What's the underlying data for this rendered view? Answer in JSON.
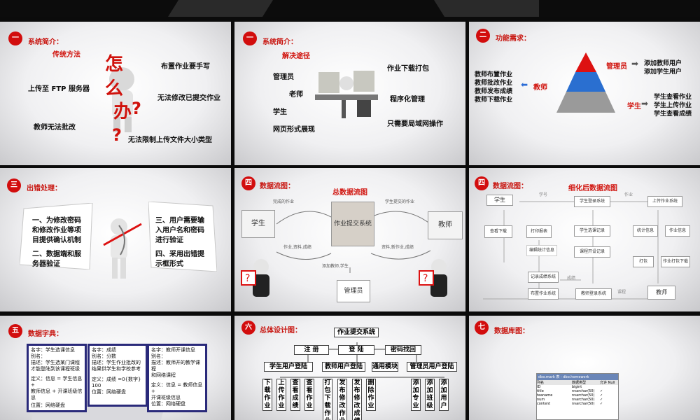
{
  "s1": {
    "badge": "一",
    "title": "系统简介：",
    "subtitle": "传统方法",
    "big_chars": [
      "怎",
      "么",
      "办",
      "?",
      "?"
    ],
    "items": [
      "布置作业要手写",
      "上传至 FTP 服务器",
      "无法修改已提交作业",
      "教师无法批改",
      "无法限制上传文件大小类型"
    ]
  },
  "s2": {
    "badge": "一",
    "title": "系统简介：",
    "subtitle": "解决途径",
    "left_items": [
      "管理员",
      "老师",
      "学生",
      "网页形式展现"
    ],
    "right_items": [
      "作业下载打包",
      "程序化管理",
      "只需要局域网操作"
    ]
  },
  "s3": {
    "badge": "二",
    "title": "功能需求：",
    "teacher_tasks": [
      "教师布置作业",
      "教师批改作业",
      "教师发布成绩",
      "教师下载作业"
    ],
    "roles": {
      "admin": "管理员",
      "teacher": "教师",
      "student": "学生"
    },
    "admin_tasks": [
      "添加教师用户",
      "添加学生用户"
    ],
    "student_tasks": [
      "学生查看作业",
      "学生上传作业",
      "学生查看成绩"
    ]
  },
  "s4": {
    "badge": "三",
    "title": "出错处理：",
    "left_text": [
      "一、为修改密码",
      "和修改作业等项",
      "目提供确认机制",
      "二、数据端和服",
      "务器验证"
    ],
    "right_text": [
      "三、用户需要输",
      "入用户名和密码",
      "进行验证",
      "四、采用出错提",
      "示框形式"
    ]
  },
  "s5": {
    "badge": "四",
    "title": "数据流图：",
    "subtitle": "总数据流图",
    "center": "作业提交系统",
    "student": "学生",
    "teacher": "教师",
    "admin": "管理员",
    "flow_labels": [
      "完成的作业",
      "学生提交的作业",
      "作业,资料,成绩",
      "资料,新作业,成绩",
      "添加教师,学生"
    ]
  },
  "s6": {
    "badge": "四",
    "title": "数据流图：",
    "subtitle": "细化后数据流图",
    "nodes": [
      "学生",
      "学生登录系统",
      "上传作业系统",
      "查看下载",
      "打印报表",
      "学生选课记录",
      "统计信息",
      "作业信息",
      "编辑统计信息",
      "课程开设记录",
      "打包",
      "作业打包下载",
      "记录成绩系统",
      "布置作业系统",
      "教师登录系统",
      "教师"
    ],
    "edge_labels": [
      "学号",
      "作业",
      "课程",
      "成绩"
    ]
  },
  "s7": {
    "badge": "五",
    "title": "数据字典：",
    "cards": [
      [
        "名字：学生选课信息",
        "别名：",
        "描述：学生选某门课程",
        "才能登陆到该课程班级",
        "定义：信息 = 学生信息 +",
        "教师信息 + 开课班级信息",
        "位置：网络硬盘"
      ],
      [
        "名字：成绩",
        "别名：分数",
        "描述：学生作业批改的",
        "结果供学生和学校参考",
        "定义：成绩 =0{数字}",
        "100",
        "位置：网络硬盘"
      ],
      [
        "名字：教师开课信息",
        "别名：",
        "描述：教师开的教学课程",
        "和网络课程",
        "定义：信息 = 教师信息 +",
        "开课班级信息",
        "位置：网络硬盘"
      ]
    ]
  },
  "s8": {
    "badge": "六",
    "title": "总体设计图：",
    "root": "作业提交系统",
    "top": [
      "注 册",
      "登 陆",
      "密码找回"
    ],
    "groups": [
      "学生用户登陆",
      "教师用户登陆",
      "通用模块",
      "管理员用户登陆"
    ],
    "student_leaves": [
      "下载作业",
      "上传作业",
      "查看成绩",
      "查看作业"
    ],
    "teacher_leaves": [
      "打包下载作业",
      "发布修改作业",
      "发布修改成绩"
    ],
    "common_leaves": [
      "删除作业"
    ],
    "admin_leaves": [
      "添加专业",
      "添加班级",
      "添加用户"
    ]
  },
  "s9": {
    "badge": "七",
    "title": "数据库图：",
    "table_title": "dbo.mark 表 - dbo.homework",
    "columns": [
      "列名",
      "数据类型",
      "允许 Null"
    ],
    "rows": [
      [
        "ID",
        "bigint",
        ""
      ],
      [
        "title",
        "nvarchar(50)",
        "✓"
      ],
      [
        "teaname",
        "nvarchar(50)",
        "✓"
      ],
      [
        "num",
        "nvarchar(50)",
        "✓"
      ],
      [
        "content",
        "nvarchar(50)",
        "✓"
      ]
    ]
  }
}
